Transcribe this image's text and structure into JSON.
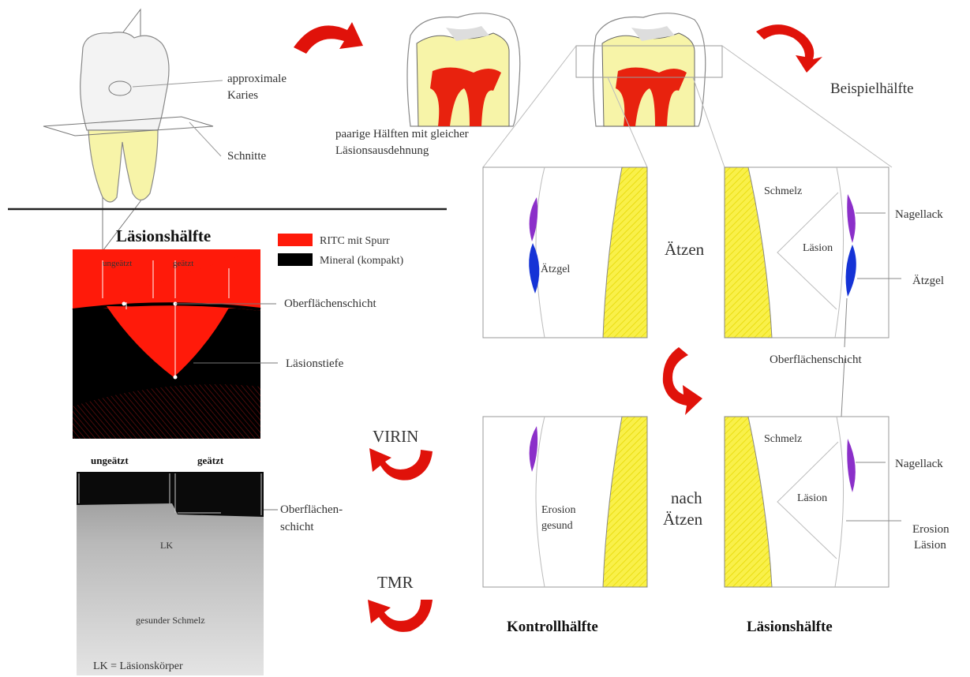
{
  "tooth_labels": {
    "approx_caries_line1": "approximale",
    "approx_caries_line2": "Karies",
    "cuts": "Schnitte",
    "pair_line1": "paarige Hälften mit gleicher",
    "pair_line2": "Läsionsausdehnung",
    "example_half": "Beispielhälfte"
  },
  "lesion_half_panel": {
    "title": "Läsionshälfte",
    "legend_red": "RITC mit Spurr",
    "legend_black": "Mineral (kompakt)",
    "unetched": "ungeätzt",
    "etched": "geätzt",
    "surface_layer": "Oberflächenschicht",
    "lesion_depth": "Läsionstiefe"
  },
  "micrograph_panel": {
    "unetched": "ungeätzt",
    "etched": "geätzt",
    "surface_line1": "Oberflächen-",
    "surface_line2": "schicht",
    "lk": "LK",
    "healthy_enamel": "gesunder Schmelz",
    "legend": "LK = Läsionskörper"
  },
  "methods": {
    "virin": "VIRIN",
    "tmr": "TMR"
  },
  "etch_panels": {
    "top_left_gel": "Ätzgel",
    "mid_etching": "Ätzen",
    "top_right_enamel": "Schmelz",
    "top_right_lesion": "Läsion",
    "nail_polish_1": "Nagellack",
    "etch_gel_right": "Ätzgel",
    "surface_layer": "Oberflächenschicht",
    "after_line1": "nach",
    "after_line2": "Ätzen",
    "bottom_left_erosion": "Erosion",
    "bottom_left_healthy": "gesund",
    "bottom_right_enamel": "Schmelz",
    "bottom_right_lesion": "Läsion",
    "nail_polish_2": "Nagellack",
    "erosion_right_1": "Erosion",
    "erosion_right_2": "Läsion",
    "control_half": "Kontrollhälfte",
    "lesion_half": "Läsionshälfte"
  },
  "colors": {
    "lesion_red": "#ff1a0a",
    "mineral_black": "#000000",
    "dentin_yellow": "#f7f4a8",
    "nail_polish_purple": "#8b2fc9",
    "etch_gel_blue": "#1533d6",
    "arrow_red": "#e0120a"
  }
}
